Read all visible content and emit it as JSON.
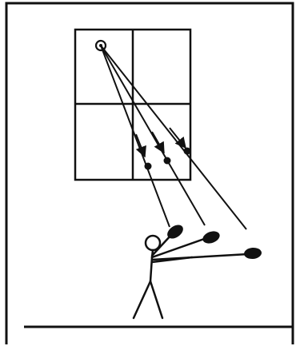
{
  "figure": {
    "frame": "outer-border",
    "elements": [
      "window-grid",
      "light-source",
      "light-rays",
      "ray-arrows",
      "ray-dots",
      "paddle-balls",
      "stick-figure",
      "ground-line"
    ],
    "colors": {
      "ink": "#111111",
      "paper": "#ffffff"
    }
  }
}
